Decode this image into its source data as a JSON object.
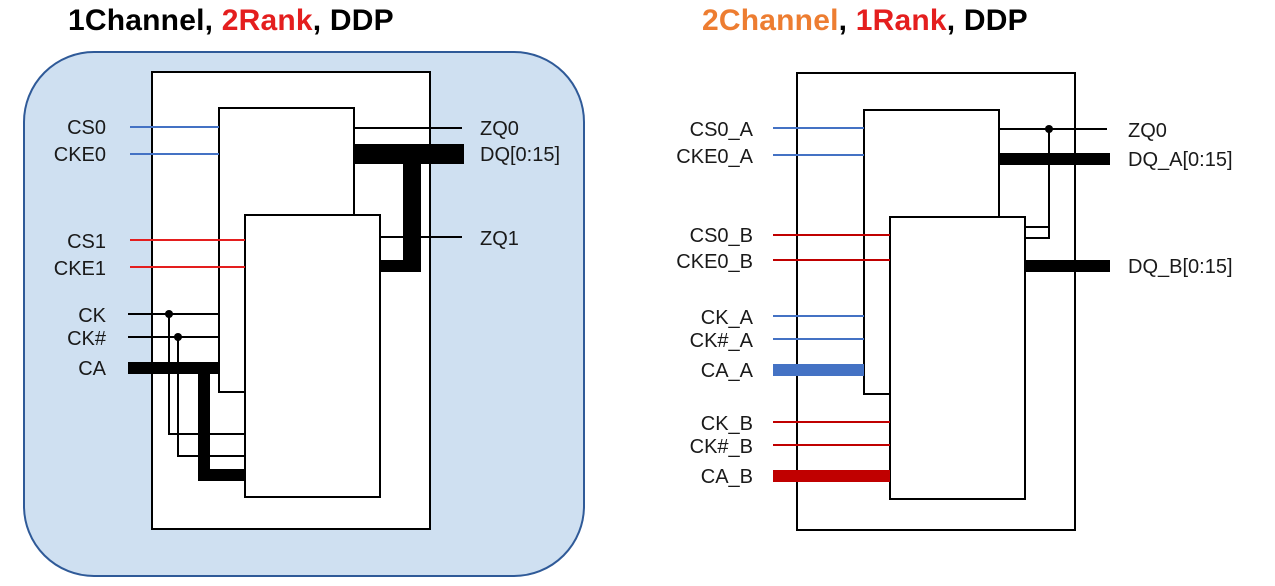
{
  "colors": {
    "panel_fill": "#cfe0f1",
    "panel_stroke": "#2f5a98",
    "black": "#000000",
    "blue": "#4472c4",
    "red": "#e41e1e",
    "dark_red": "#c00000",
    "orange": "#ed7d31"
  },
  "left": {
    "title": {
      "part1": "1Channel",
      "sep1": ", ",
      "part2": "2Rank",
      "sep2": ", ",
      "part3": "DDP"
    },
    "labels": {
      "cs0": "CS0",
      "cke0": "CKE0",
      "cs1": "CS1",
      "cke1": "CKE1",
      "ck": "CK",
      "ckn": "CK#",
      "ca": "CA",
      "zq0": "ZQ0",
      "dq": "DQ[0:15]",
      "zq1": "ZQ1"
    }
  },
  "right": {
    "title": {
      "part1": "2Channel",
      "sep1": ", ",
      "part2": "1Rank",
      "sep2": ", ",
      "part3": "DDP"
    },
    "labels": {
      "cs0_a": "CS0_A",
      "cke0_a": "CKE0_A",
      "cs0_b": "CS0_B",
      "cke0_b": "CKE0_B",
      "ck_a": "CK_A",
      "ckn_a": "CK#_A",
      "ca_a": "CA_A",
      "ck_b": "CK_B",
      "ckn_b": "CK#_B",
      "ca_b": "CA_B",
      "zq0": "ZQ0",
      "dq_a": "DQ_A[0:15]",
      "dq_b": "DQ_B[0:15]"
    }
  }
}
